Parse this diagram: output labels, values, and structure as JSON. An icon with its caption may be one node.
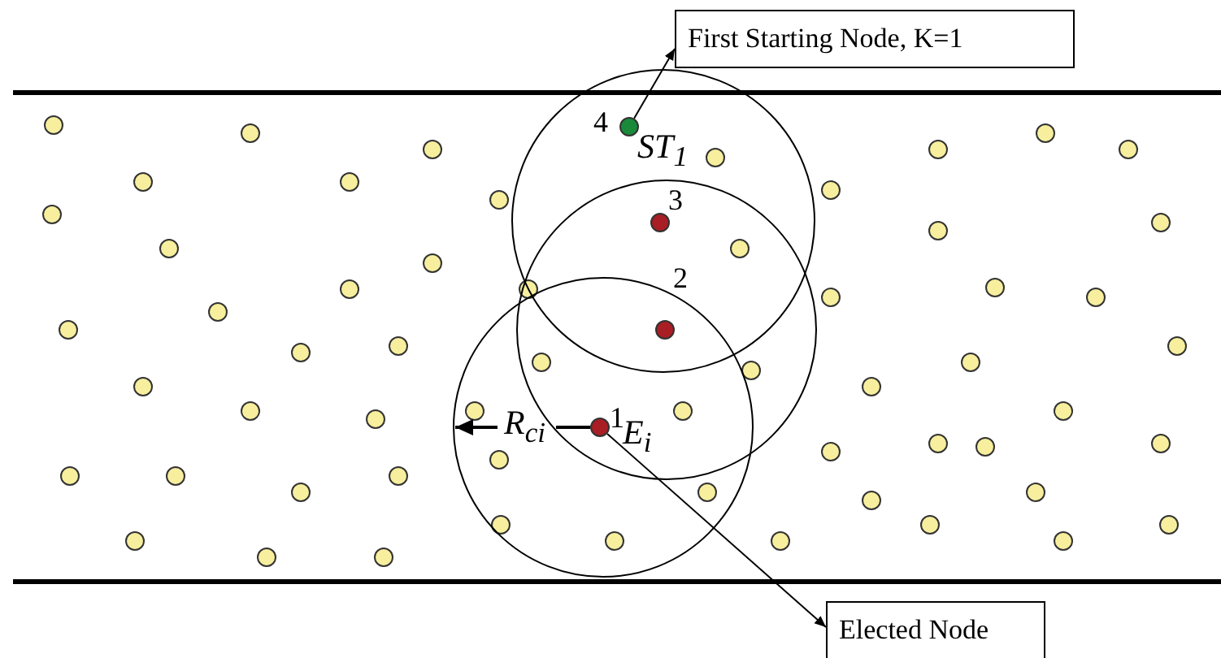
{
  "diagram": {
    "nodes": [
      {
        "text": [
          "First Starting Node, K=1"
        ]
      },
      {
        "text": [],
        "shape": "circle",
        "beside": [
          "4",
          "ST$_{1}$"
        ]
      },
      {
        "text": [],
        "shape": "circle",
        "beside": [
          "3"
        ]
      },
      {
        "text": [],
        "shape": "circle",
        "beside": [
          "2"
        ]
      },
      {
        "text": [],
        "shape": "circle",
        "beside": [
          "1",
          "E$_{i}$"
        ]
      },
      {
        "text": [
          "Elected Node"
        ]
      }
    ],
    "edges": [
      {
        "from": 1,
        "to": 0,
        "arrow": "to"
      },
      {
        "from": 4,
        "to": 5,
        "arrow": "to"
      }
    ],
    "labels": [
      "R$_{ci}$"
    ]
  }
}
